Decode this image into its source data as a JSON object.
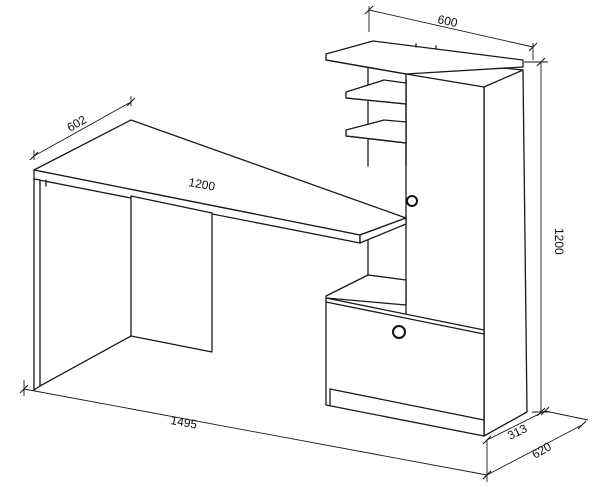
{
  "dimensions": {
    "desk_top_width": "1200",
    "desk_top_depth": "602",
    "shelf_unit_width": "600",
    "total_height": "1200",
    "total_width": "1495",
    "total_depth": "620",
    "cabinet_depth": "313"
  }
}
